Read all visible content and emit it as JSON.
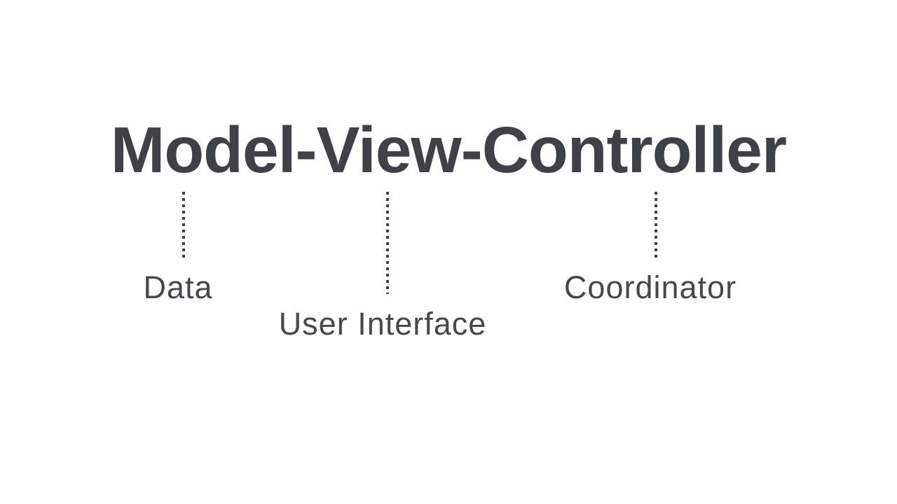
{
  "theme": {
    "background": "#ffffff",
    "text-color": "#3e4247",
    "label-color": "#45484d",
    "connector-color": "#3e4247"
  },
  "diagram": {
    "title": "Model-View-Controller",
    "parts": [
      {
        "component": "Model",
        "label": "Data"
      },
      {
        "component": "View",
        "label": "User Interface"
      },
      {
        "component": "Controller",
        "label": "Coordinator"
      }
    ]
  }
}
